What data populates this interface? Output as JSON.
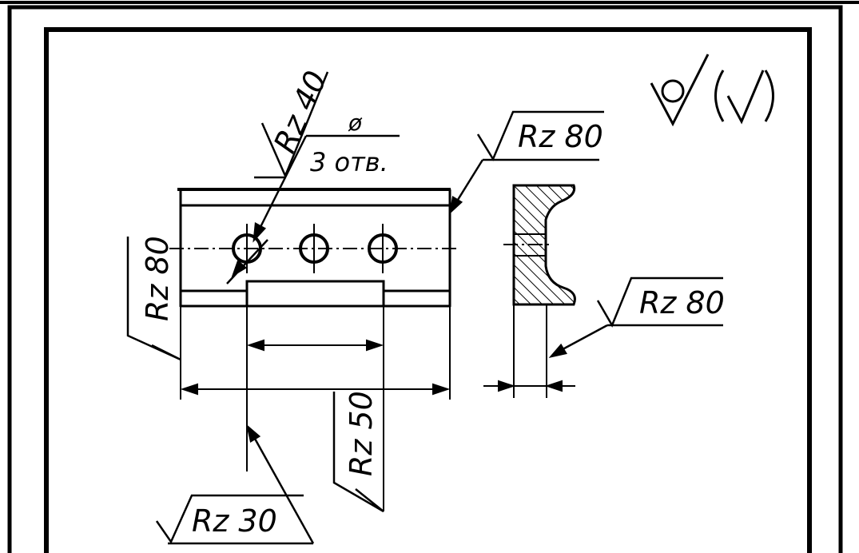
{
  "drawing": {
    "labels": {
      "rz40": "Rz 40",
      "phi": "ø",
      "holes": "3 отв.",
      "rz80_top": "Rz 80",
      "rz80_left": "Rz 80",
      "rz80_right": "Rz 80",
      "rz50": "Rz 50",
      "rz30": "Rz 30"
    },
    "general_mark": {
      "symbol": "non-removal-surface-mark",
      "paren_symbol": "checkmark"
    },
    "colors": {
      "ink": "#000000",
      "background": "#ffffff"
    }
  }
}
